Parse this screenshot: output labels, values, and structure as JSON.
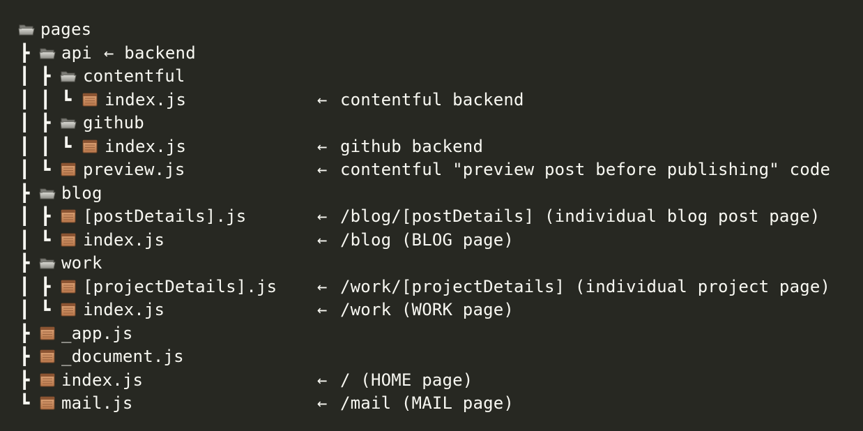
{
  "tree": {
    "root": {
      "name": "pages"
    },
    "api": {
      "name": "api",
      "inline_comment": "← backend"
    },
    "contentful": {
      "name": "contentful"
    },
    "contentful_index": {
      "name": "index.js",
      "comment": "contentful backend"
    },
    "github": {
      "name": "github"
    },
    "github_index": {
      "name": "index.js",
      "comment": "github backend"
    },
    "preview": {
      "name": "preview.js",
      "comment": "contentful \"preview post before publishing\" code"
    },
    "blog": {
      "name": "blog"
    },
    "post_details": {
      "name": "[postDetails].js",
      "comment": "/blog/[postDetails] (individual blog post page)"
    },
    "blog_index": {
      "name": "index.js",
      "comment": "/blog (BLOG page)"
    },
    "work": {
      "name": "work"
    },
    "project_details": {
      "name": "[projectDetails].js",
      "comment": "/work/[projectDetails] (individual project page)"
    },
    "work_index": {
      "name": "index.js",
      "comment": "/work (WORK page)"
    },
    "app": {
      "name": "_app.js"
    },
    "document": {
      "name": "_document.js"
    },
    "root_index": {
      "name": "index.js",
      "comment": "/ (HOME page)"
    },
    "mail": {
      "name": "mail.js",
      "comment": "/mail (MAIL page)"
    }
  },
  "symbols": {
    "arrow": "←",
    "branch": "┣",
    "pipe": "┃",
    "end": "┗"
  },
  "icons": {
    "folder": "folder-icon",
    "file": "file-icon"
  },
  "colors": {
    "background": "#272822",
    "text": "#f8f8f2",
    "file_icon": "#c98a5a",
    "folder_icon": "#9a9a94"
  }
}
